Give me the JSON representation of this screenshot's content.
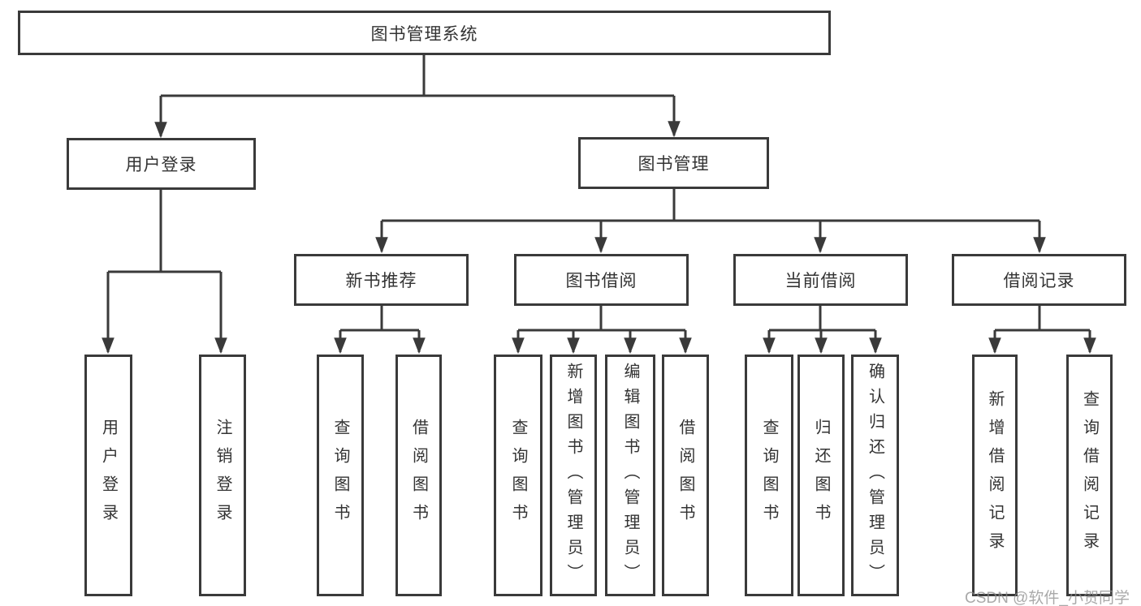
{
  "tree": {
    "label": "图书管理系统",
    "children": [
      {
        "label": "用户登录",
        "children": [
          {
            "label": "用户登录"
          },
          {
            "label": "注销登录"
          }
        ]
      },
      {
        "label": "图书管理",
        "children": [
          {
            "label": "新书推荐",
            "children": [
              {
                "label": "查询图书"
              },
              {
                "label": "借阅图书"
              }
            ]
          },
          {
            "label": "图书借阅",
            "children": [
              {
                "label": "查询图书"
              },
              {
                "label": "新增图书（管理员）"
              },
              {
                "label": "编辑图书（管理员）"
              },
              {
                "label": "借阅图书"
              }
            ]
          },
          {
            "label": "当前借阅",
            "children": [
              {
                "label": "查询图书"
              },
              {
                "label": "归还图书"
              },
              {
                "label": "确认归还（管理员）"
              }
            ]
          },
          {
            "label": "借阅记录",
            "children": [
              {
                "label": "新增借阅记录"
              },
              {
                "label": "查询借阅记录"
              }
            ]
          }
        ]
      }
    ]
  },
  "watermark": "CSDN @软件_小贺同学",
  "colors": {
    "line": "#3a3a3a",
    "box_border": "#3a3a3a",
    "text": "#333333",
    "background": "#ffffff",
    "watermark": "#8c8c8c"
  }
}
